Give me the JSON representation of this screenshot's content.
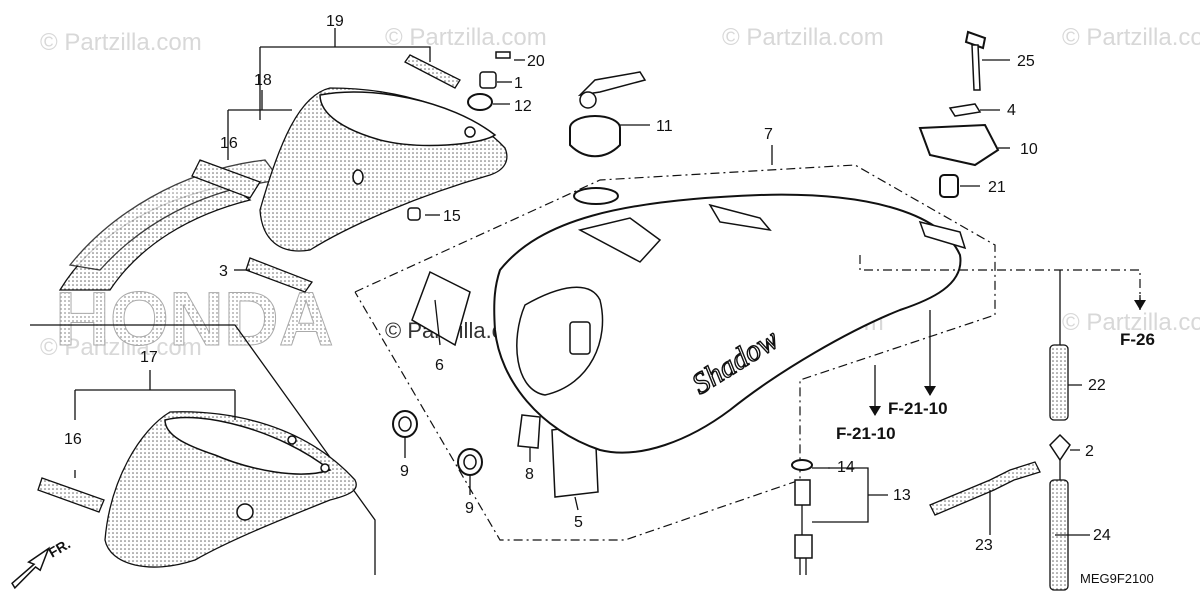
{
  "watermarks": {
    "brand": "© Partzilla.com",
    "center": "© Partzilla.com",
    "logo_text": "HONDA"
  },
  "callouts": {
    "c1": "1",
    "c2": "2",
    "c3": "3",
    "c4": "4",
    "c5": "5",
    "c6": "6",
    "c7": "7",
    "c8": "8",
    "c9a": "9",
    "c9b": "9",
    "c10": "10",
    "c11": "11",
    "c12": "12",
    "c13": "13",
    "c14": "14",
    "c15": "15",
    "c16a": "16",
    "c16b": "16",
    "c17": "17",
    "c18": "18",
    "c19": "19",
    "c20": "20",
    "c21": "21",
    "c22": "22",
    "c23": "23",
    "c24": "24",
    "c25": "25"
  },
  "references": {
    "f26": "F-26",
    "f2110a": "F-21-10",
    "f2110b": "F-21-10"
  },
  "orientation_label": "FR.",
  "diagram_code": "MEG9F2100",
  "tank_badge": "Shadow"
}
